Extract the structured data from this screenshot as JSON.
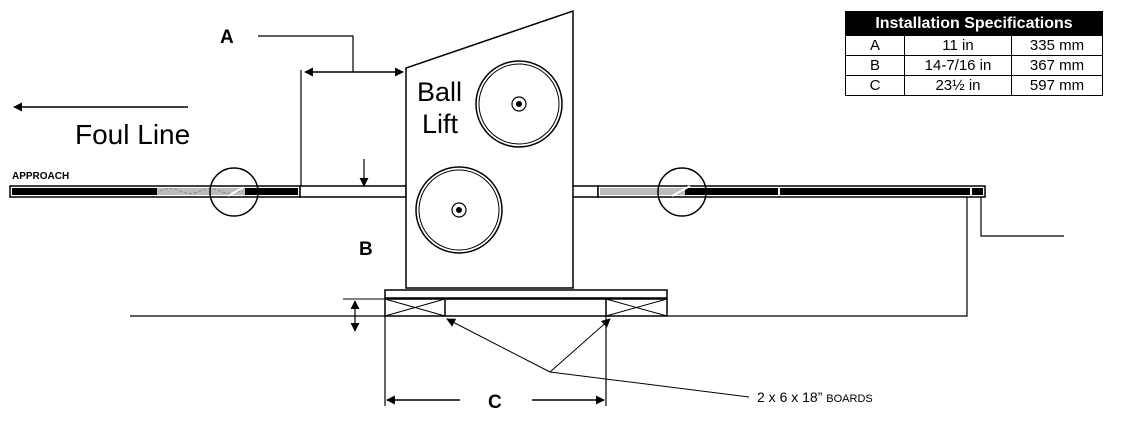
{
  "labels": {
    "dim_a": "A",
    "dim_b": "B",
    "dim_c": "C",
    "foul_line": "Foul Line",
    "approach": "APPROACH",
    "ball_lift_1": "Ball",
    "ball_lift_2": "Lift",
    "boards_main": "2 x 6 x 18” ",
    "boards_suffix": "BOARDS"
  },
  "spec_table": {
    "title": "Installation Specifications",
    "rows": [
      {
        "label": "A",
        "imperial": "11 in",
        "metric": "335 mm"
      },
      {
        "label": "B",
        "imperial": "14-7/16 in",
        "metric": "367 mm"
      },
      {
        "label": "C",
        "imperial": "23½ in",
        "metric": "597 mm"
      }
    ]
  }
}
